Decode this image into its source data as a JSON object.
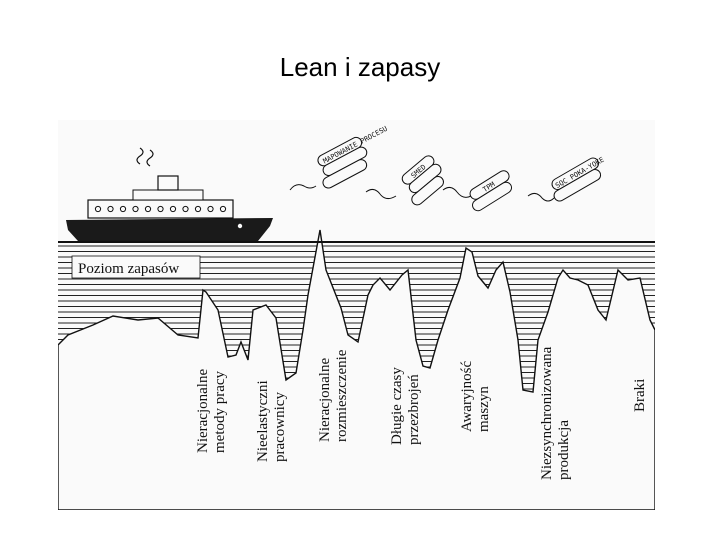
{
  "slide": {
    "title": "Lean i zapasy"
  },
  "diagram": {
    "level_label": "Poziom zapasów",
    "logs": [
      {
        "text": "MAPOWANIE PROCESU"
      },
      {
        "text": "SMED"
      },
      {
        "text": "TPM"
      },
      {
        "text": "SQC POKA-YOKE"
      }
    ],
    "problems": [
      {
        "line1": "Nieracjonalne",
        "line2": "metody pracy"
      },
      {
        "line1": "Nieelastyczni",
        "line2": "pracownicy"
      },
      {
        "line1": "Nieracjonalne",
        "line2": "rozmieszczenie"
      },
      {
        "line1": "Długie czasy",
        "line2": "przezbrojeń"
      },
      {
        "line1": "Awaryjność",
        "line2": "maszyn"
      },
      {
        "line1": "Niezsynchronizowana",
        "line2": "produkcja"
      },
      {
        "line1": "Braki",
        "line2": ""
      }
    ],
    "colors": {
      "ink": "#111111",
      "hull": "#1a1a1a",
      "paper": "#fafafa"
    }
  }
}
